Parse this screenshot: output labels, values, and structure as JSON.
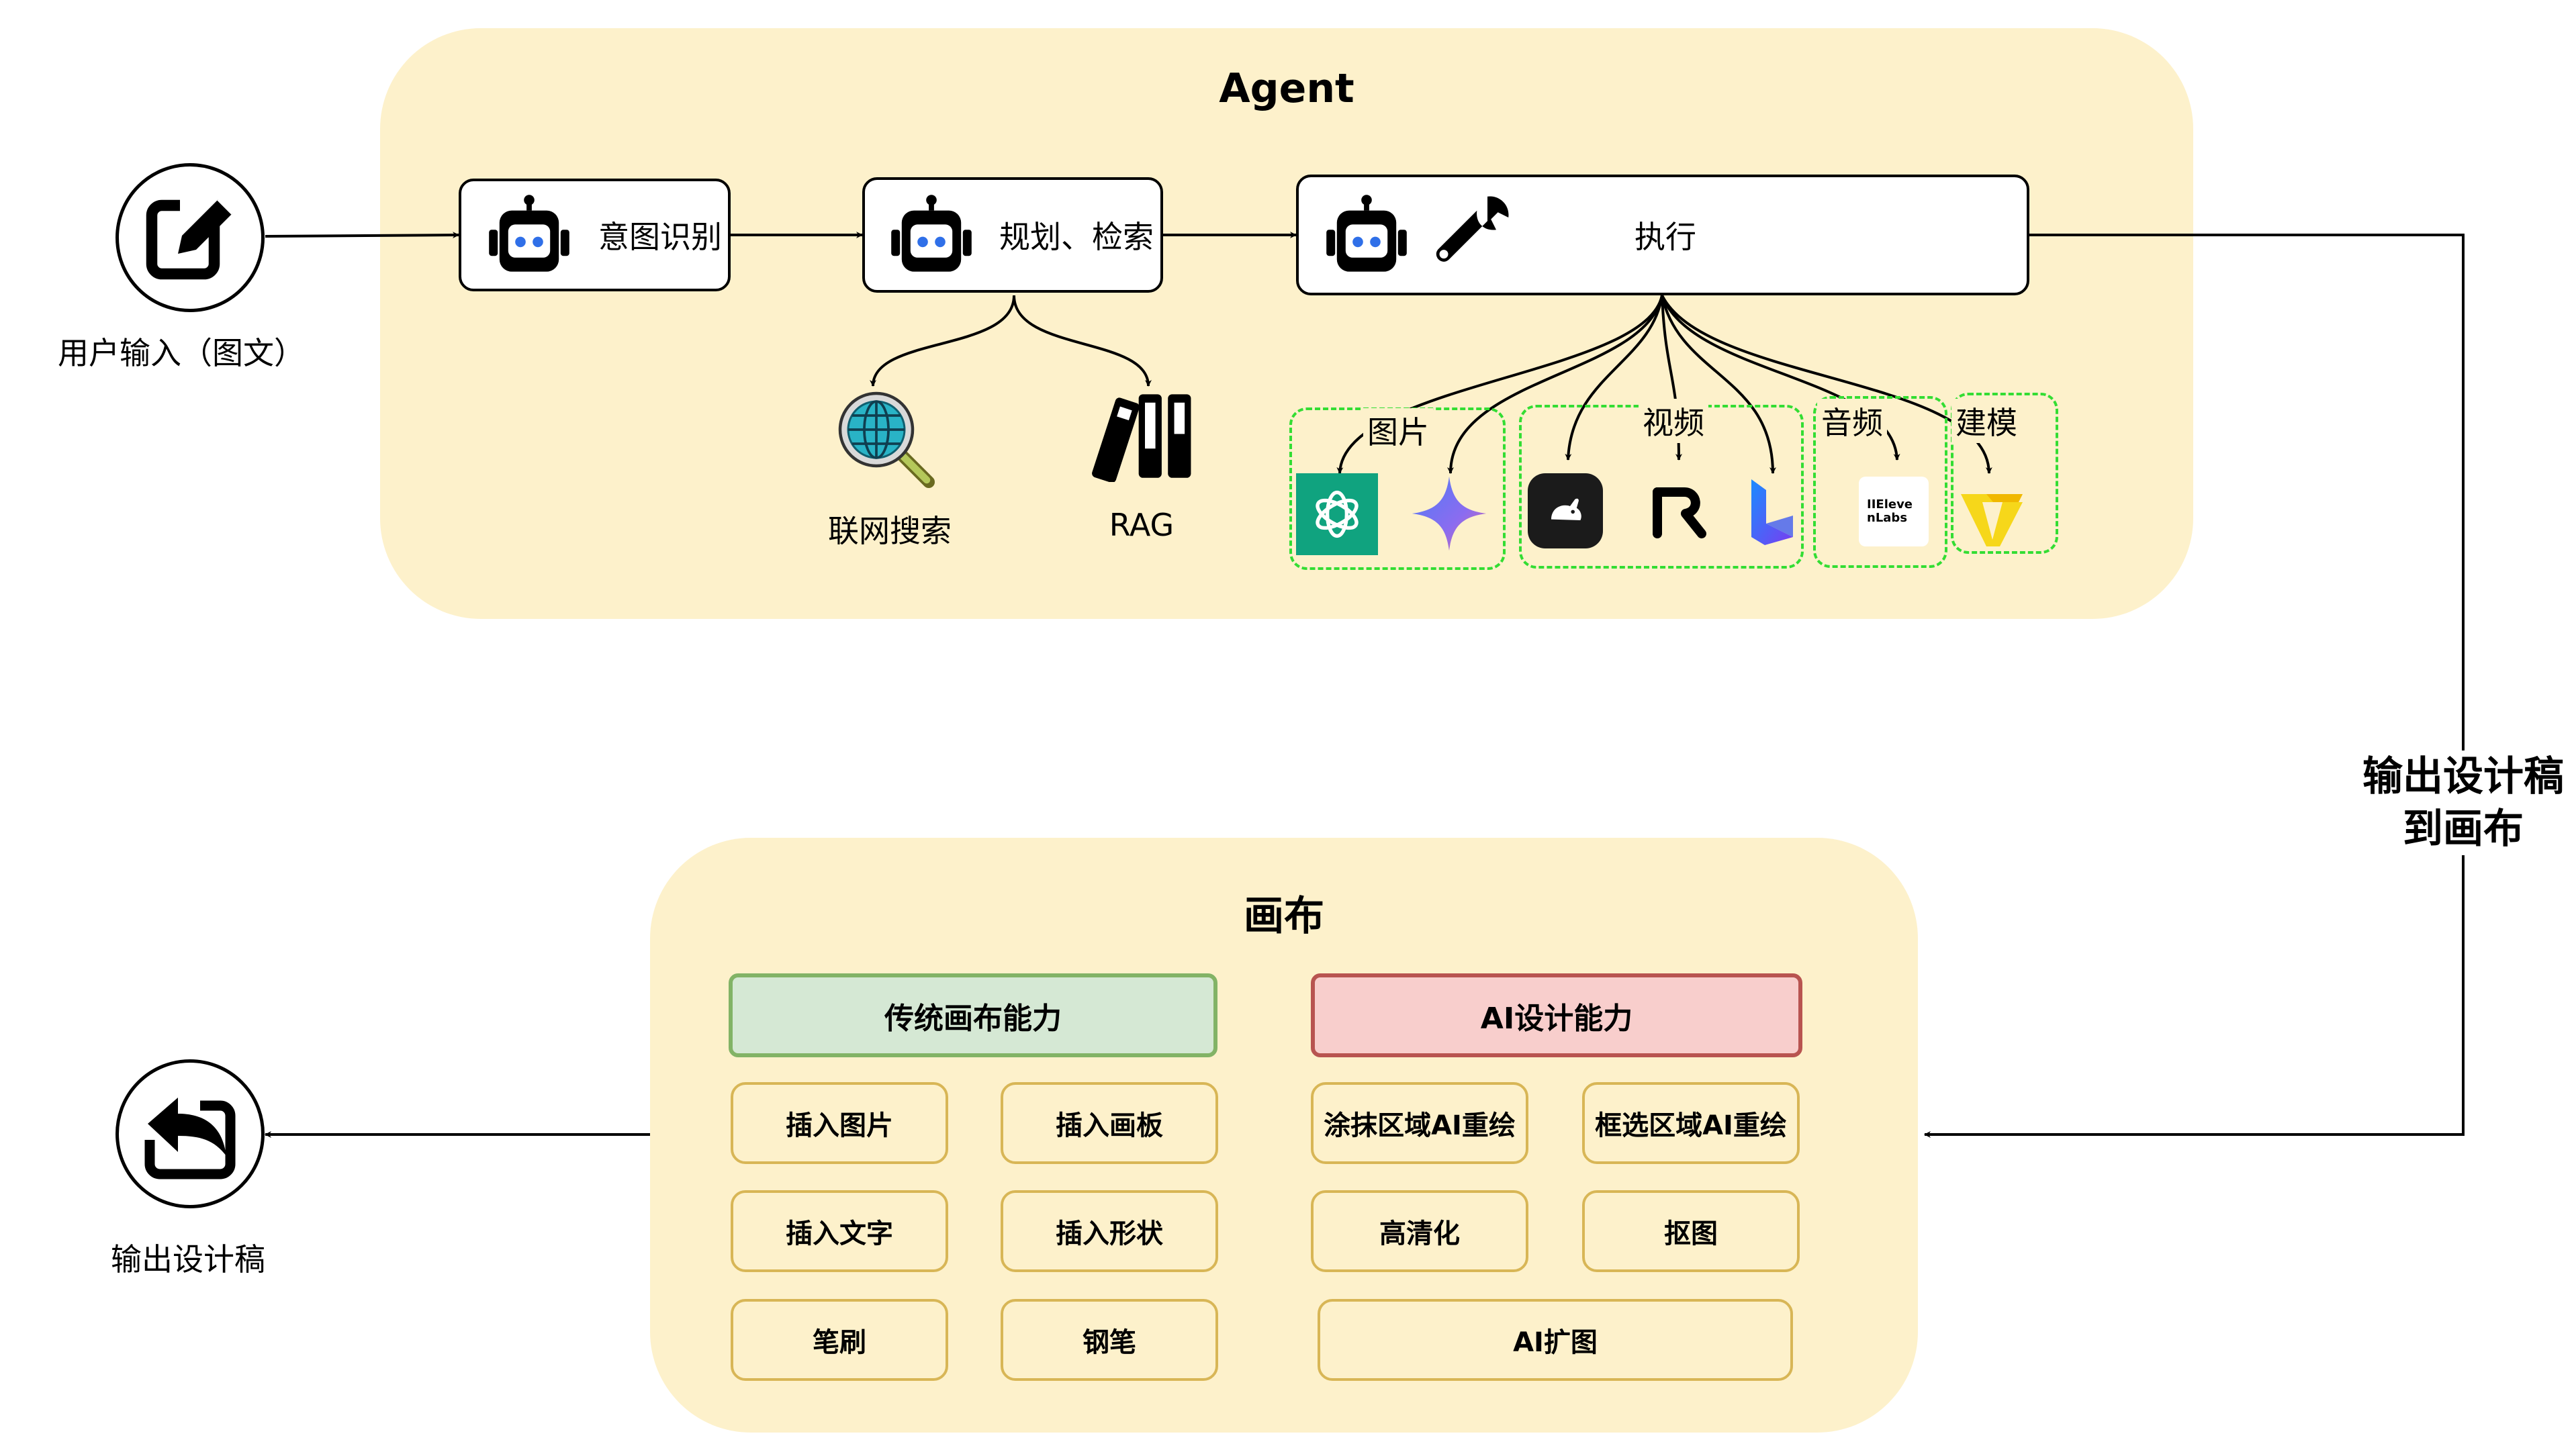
{
  "user_input": {
    "label": "用户输入（图文）"
  },
  "output_draft": {
    "label": "输出设计稿"
  },
  "agent": {
    "title": "Agent",
    "intent": "意图识别",
    "plan": "规划、检索",
    "execute": "执行",
    "web_search": "联网搜索",
    "rag": "RAG",
    "groups": {
      "image": "图片",
      "video": "视频",
      "audio": "音频",
      "model": "建模"
    },
    "elevenlabs_text": "IIElevenLabs"
  },
  "side_label": {
    "line1": "输出设计稿",
    "line2": "到画布"
  },
  "canvas": {
    "title": "画布",
    "traditional": {
      "header": "传统画布能力",
      "items": [
        "插入图片",
        "插入画板",
        "插入文字",
        "插入形状",
        "笔刷",
        "钢笔"
      ]
    },
    "ai": {
      "header": "AI设计能力",
      "items": [
        "涂抹区域AI重绘",
        "框选区域AI重绘",
        "高清化",
        "抠图",
        "AI扩图"
      ]
    }
  },
  "colors": {
    "panel": "#fdf1cb",
    "traditional_fill": "#d5e8d4",
    "traditional_border": "#82b366",
    "ai_fill": "#f8cecc",
    "ai_border": "#b85450",
    "feature_border": "#d8b656",
    "group_border": "#33dd33",
    "robot_eye": "#2f6fe8"
  }
}
